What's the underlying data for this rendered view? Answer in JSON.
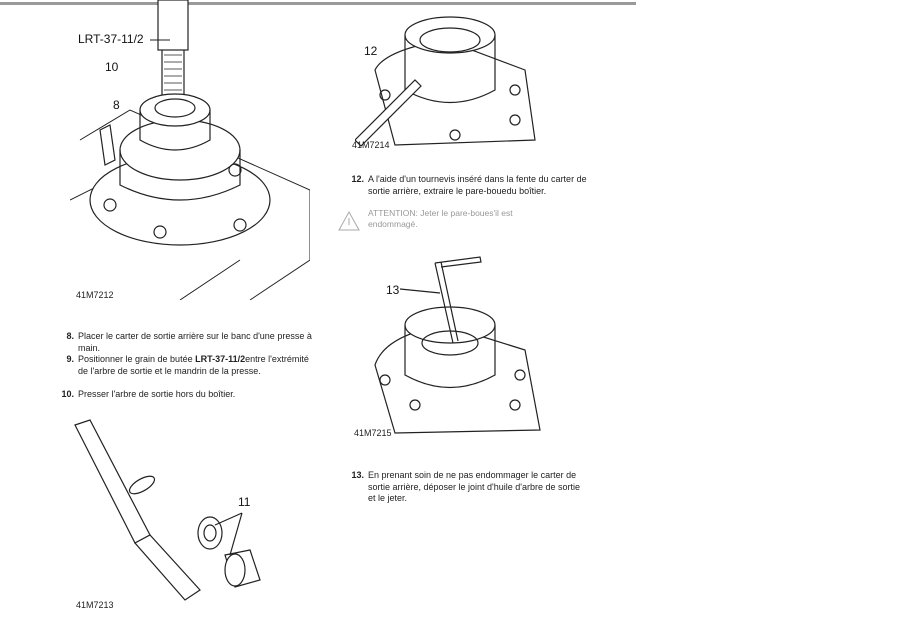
{
  "figures": [
    {
      "id": "41M7212",
      "callouts": [
        "LRT-37-11/2",
        "10",
        "8"
      ]
    },
    {
      "id": "41M7213",
      "callouts": [
        "11"
      ]
    },
    {
      "id": "41M7214",
      "callouts": [
        "12"
      ]
    },
    {
      "id": "41M7215",
      "callouts": [
        "13"
      ]
    }
  ],
  "steps": [
    {
      "num": "8.",
      "text": "Placer le carter de sortie arrière sur le banc d'une presse à main."
    },
    {
      "num": "9.",
      "text_before": "Positionner le grain de butée ",
      "tool": "LRT-37-11/2",
      "text_after": "entre l'extrémité de l'arbre de sortie et le mandrin de la presse."
    },
    {
      "num": "10.",
      "text": "Presser l'arbre de sortie hors du boîtier."
    },
    {
      "num": "12.",
      "text": "A l'aide d'un tournevis inséré dans la fente du carter de sortie arrière, extraire le pare-bouedu boîtier."
    },
    {
      "num": "13.",
      "text": "En prenant soin de ne pas endommager le carter de sortie arrière, déposer le joint d'huile d'arbre de sortie et le jeter."
    }
  ],
  "warning": {
    "icon": "warning-triangle-icon",
    "text": "ATTENTION: Jeter le pare-boues'il est endommagé."
  }
}
